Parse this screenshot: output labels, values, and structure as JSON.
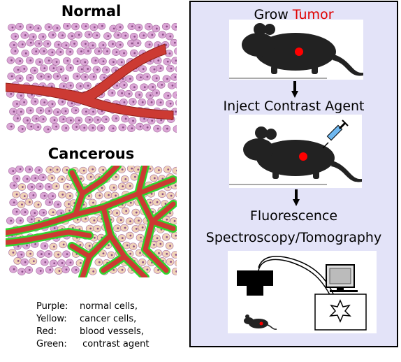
{
  "left": {
    "normal_title": "Normal",
    "cancerous_title": "Cancerous",
    "legend": [
      {
        "key": "Purple:",
        "value": "normal cells,"
      },
      {
        "key": "Yellow:",
        "value": "cancer cells,"
      },
      {
        "key": "Red:",
        "value": "blood vessels,"
      },
      {
        "key": "Green:",
        "value": " contrast agent"
      }
    ]
  },
  "panel": {
    "step1_prefix": "Grow ",
    "step1_highlight": "Tumor",
    "step2": "Inject Contrast Agent",
    "step3_line1": "Fluorescence",
    "step3_line2": "Spectroscopy/Tomography"
  },
  "colors": {
    "panel_background": "#e3e3f8",
    "tumor_red": "#e00000",
    "normal_cell": "#dba6d6",
    "cancer_cell": "#f1d3b8",
    "vessel": "#cc3a33",
    "contrast_agent": "#2fd62f"
  },
  "icons": [
    "mouse-icon",
    "syringe-icon",
    "camera-icon",
    "computer-monitor-icon",
    "starburst-icon",
    "arrow-down-icon"
  ]
}
